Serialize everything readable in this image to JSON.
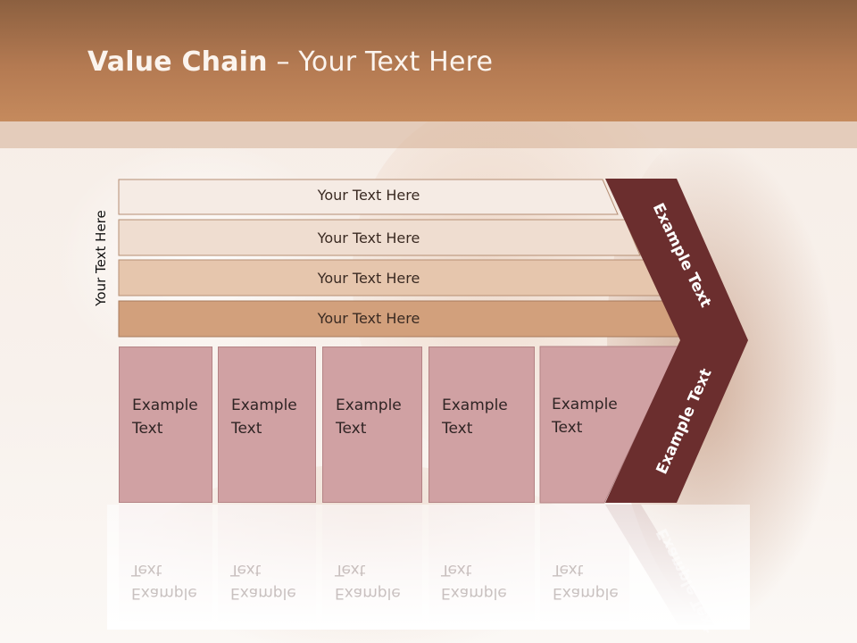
{
  "title": {
    "bold": "Value Chain",
    "rest": " – Your Text Here"
  },
  "side_label": "Your Text Here",
  "levels": [
    {
      "label": "Your Text Here",
      "fill": "#f5ebe4"
    },
    {
      "label": "Your Text Here",
      "fill": "#efddd0"
    },
    {
      "label": "Your Text Here",
      "fill": "#e6c6ad"
    },
    {
      "label": "Your Text Here",
      "fill": "#d2a07c"
    }
  ],
  "cells": [
    {
      "text": "Example\nText"
    },
    {
      "text": "Example\nText"
    },
    {
      "text": "Example\nText"
    },
    {
      "text": "Example\nText"
    },
    {
      "text": "Example\nText"
    }
  ],
  "chevrons": {
    "upper": "Example Text",
    "lower": "Example Text",
    "color": "#6b2e2e"
  },
  "colors": {
    "header": "#b47a52",
    "cell": "#d0a1a3"
  }
}
